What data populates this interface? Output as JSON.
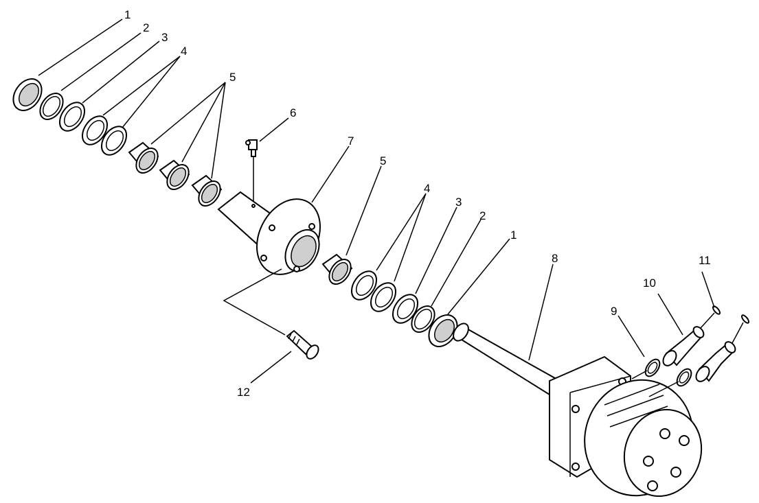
{
  "callouts": {
    "c1_top": "1",
    "c2_top": "2",
    "c3_top": "3",
    "c4_top": "4",
    "c5_top": "5",
    "c6": "6",
    "c7": "7",
    "c5_mid": "5",
    "c4_mid": "4",
    "c3_mid": "3",
    "c2_mid": "2",
    "c1_mid": "1",
    "c8": "8",
    "c9": "9",
    "c10": "10",
    "c11": "11",
    "c12": "12"
  }
}
